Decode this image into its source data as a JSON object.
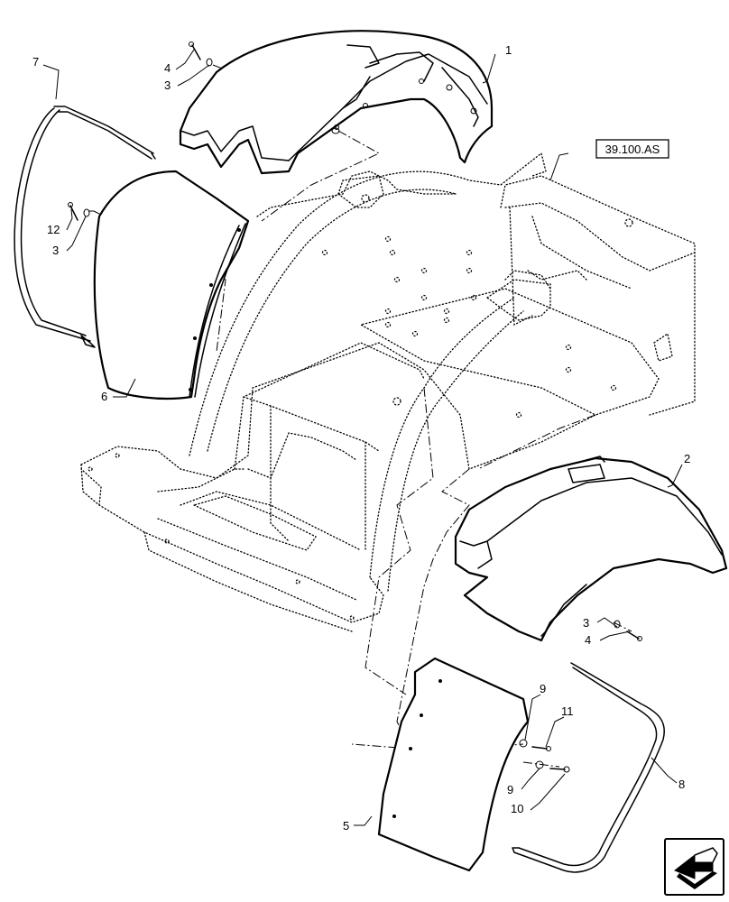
{
  "diagram": {
    "reference_label": "39.100.AS",
    "callouts": [
      {
        "id": "c1",
        "text": "1"
      },
      {
        "id": "c2",
        "text": "2"
      },
      {
        "id": "c3a",
        "text": "3"
      },
      {
        "id": "c3b",
        "text": "3"
      },
      {
        "id": "c3c",
        "text": "3"
      },
      {
        "id": "c4a",
        "text": "4"
      },
      {
        "id": "c4b",
        "text": "4"
      },
      {
        "id": "c5",
        "text": "5"
      },
      {
        "id": "c6",
        "text": "6"
      },
      {
        "id": "c7",
        "text": "7"
      },
      {
        "id": "c8",
        "text": "8"
      },
      {
        "id": "c9a",
        "text": "9"
      },
      {
        "id": "c9b",
        "text": "9"
      },
      {
        "id": "c10",
        "text": "10"
      },
      {
        "id": "c11",
        "text": "11"
      },
      {
        "id": "c12",
        "text": "12"
      }
    ],
    "nav_icon": "next-page-arrow-icon"
  }
}
